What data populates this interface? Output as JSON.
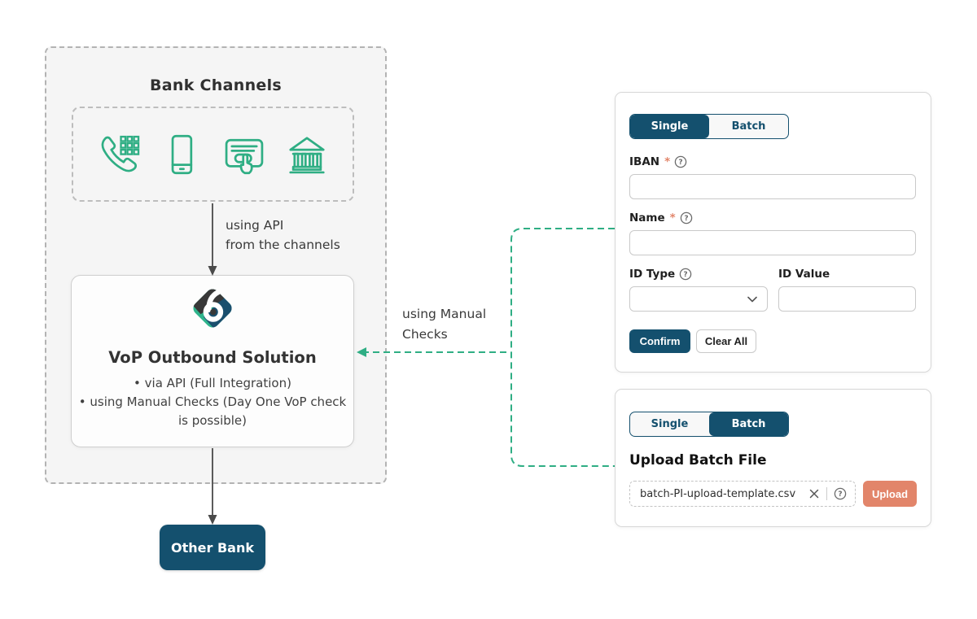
{
  "diagram": {
    "bank_channels_title": "Bank Channels",
    "api_arrow_label_line1": "using API",
    "api_arrow_label_line2": "from the channels",
    "vop_title": "VoP Outbound Solution",
    "vop_bullet1": "via API (Full Integration)",
    "vop_bullet2": "using Manual Checks (Day One VoP check is possible)",
    "manual_checks_label_line1": "using Manual",
    "manual_checks_label_line2": "Checks",
    "other_bank_label": "Other Bank"
  },
  "single_form": {
    "tab_single": "Single",
    "tab_batch": "Batch",
    "active_tab": "Single",
    "iban_label": "IBAN",
    "name_label": "Name",
    "id_type_label": "ID Type",
    "id_value_label": "ID Value",
    "iban_value": "",
    "name_value": "",
    "id_type_value": "",
    "id_value_value": "",
    "required_marker": "*",
    "help_glyph": "?",
    "confirm_label": "Confirm",
    "clear_all_label": "Clear All"
  },
  "batch_form": {
    "tab_single": "Single",
    "tab_batch": "Batch",
    "active_tab": "Batch",
    "heading": "Upload Batch File",
    "file_name": "batch-PI-upload-template.csv",
    "upload_label": "Upload"
  },
  "colors": {
    "accent_green": "#2FAE84",
    "navy": "#14506E",
    "salmon": "#E2856A",
    "charcoal": "#3B3B3B"
  }
}
